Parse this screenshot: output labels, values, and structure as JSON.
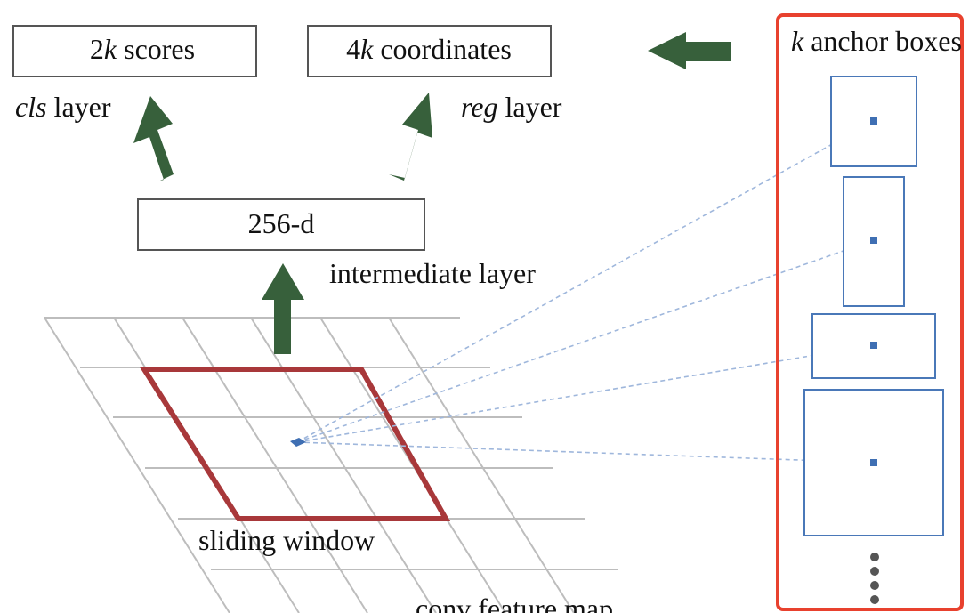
{
  "labels": {
    "scores_box": {
      "prefix": "2",
      "k": "k",
      "rest": " scores"
    },
    "coords_box": {
      "prefix": "4",
      "k": "k",
      "rest": " coordinates"
    },
    "cls_layer": {
      "name": "cls",
      "rest": " layer"
    },
    "reg_layer": {
      "name": "reg",
      "rest": " layer"
    },
    "feature_box": "256-d",
    "intermediate_layer": "intermediate layer",
    "sliding_window": "sliding window",
    "conv_feature_map": "conv feature map",
    "anchor_boxes": {
      "k": "k",
      "rest": " anchor boxes"
    }
  },
  "colors": {
    "arrow": "#37603b",
    "sliding_window": "#a8383a",
    "anchor_panel": "#e8412e",
    "anchor_box": "#4a78b8",
    "grid": "#bdbdbd",
    "dashed_link": "#9fb7dc"
  },
  "anchors": {
    "count_shown": 4,
    "more_indicator": "vertical-ellipsis"
  }
}
